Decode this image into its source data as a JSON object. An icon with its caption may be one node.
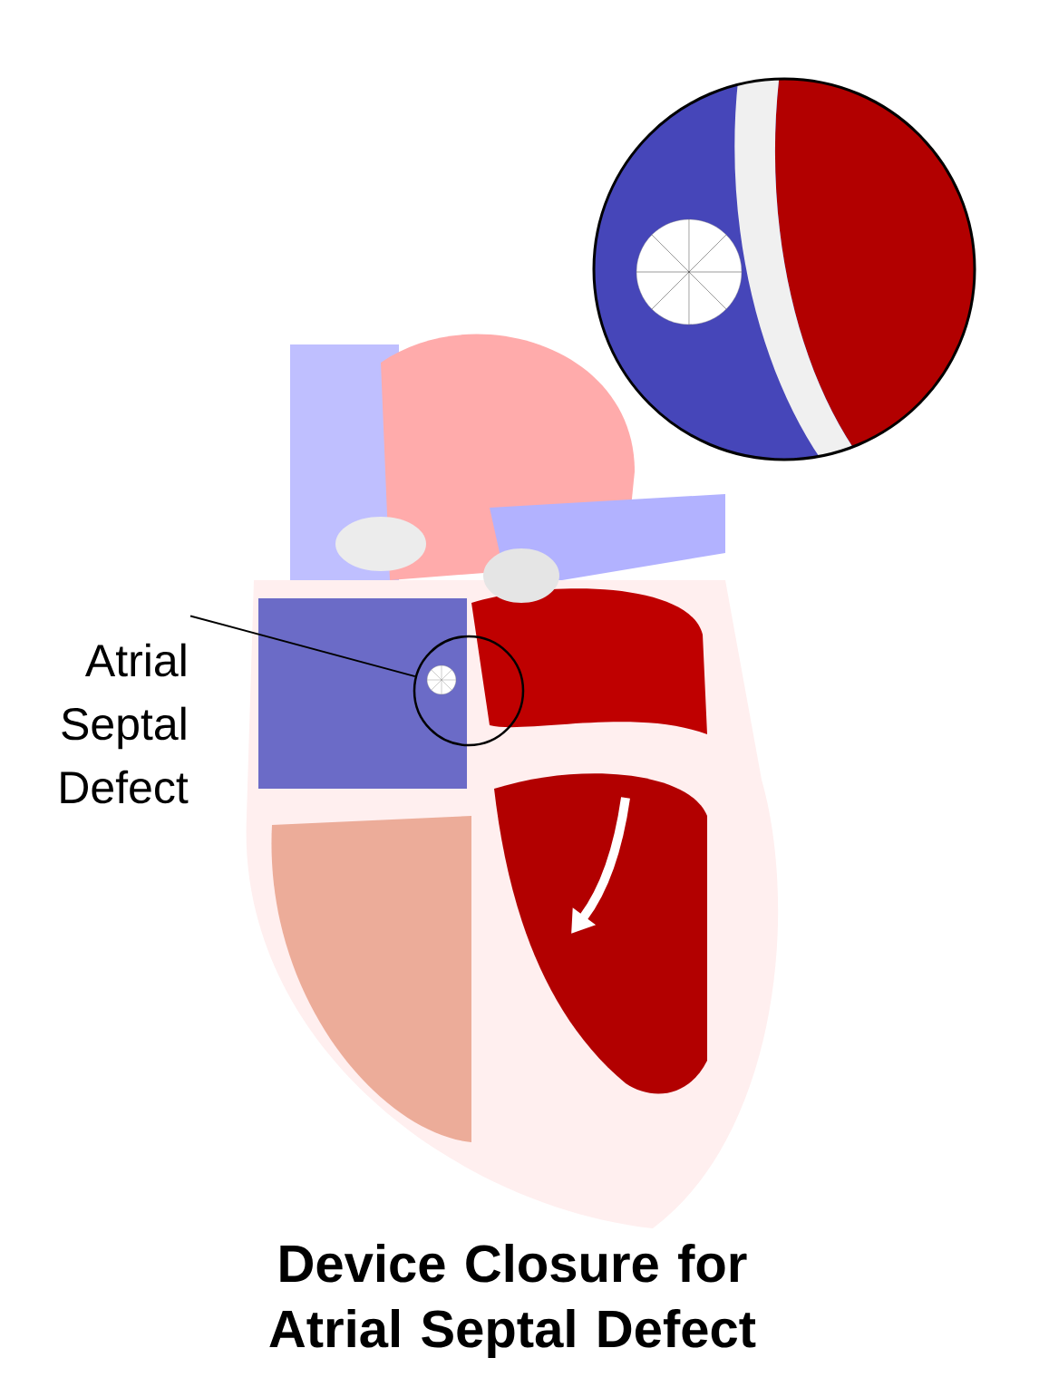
{
  "diagram": {
    "title": "Device Closure for Atrial Septal Defect",
    "nodes": [
      {
        "text": [
          "Atrial Septal Defect"
        ]
      },
      {
        "text": [],
        "shape": "circle"
      }
    ],
    "edges": [
      {
        "from": 0,
        "to": 1,
        "arrow": "none"
      }
    ]
  }
}
